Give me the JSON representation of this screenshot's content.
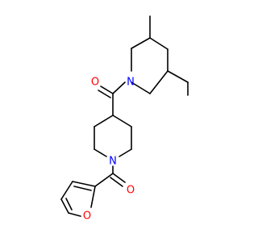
{
  "molecule": {
    "atoms": [
      {
        "id": "O1",
        "symbol": "O",
        "color": "#ff0000"
      },
      {
        "id": "N1",
        "symbol": "N",
        "color": "#0000ff"
      },
      {
        "id": "N2",
        "symbol": "N",
        "color": "#0000ff"
      },
      {
        "id": "O2",
        "symbol": "O",
        "color": "#ff0000"
      },
      {
        "id": "O3",
        "symbol": "O",
        "color": "#ff0000"
      }
    ],
    "bond_color": "#000000",
    "background": "#ffffff"
  }
}
